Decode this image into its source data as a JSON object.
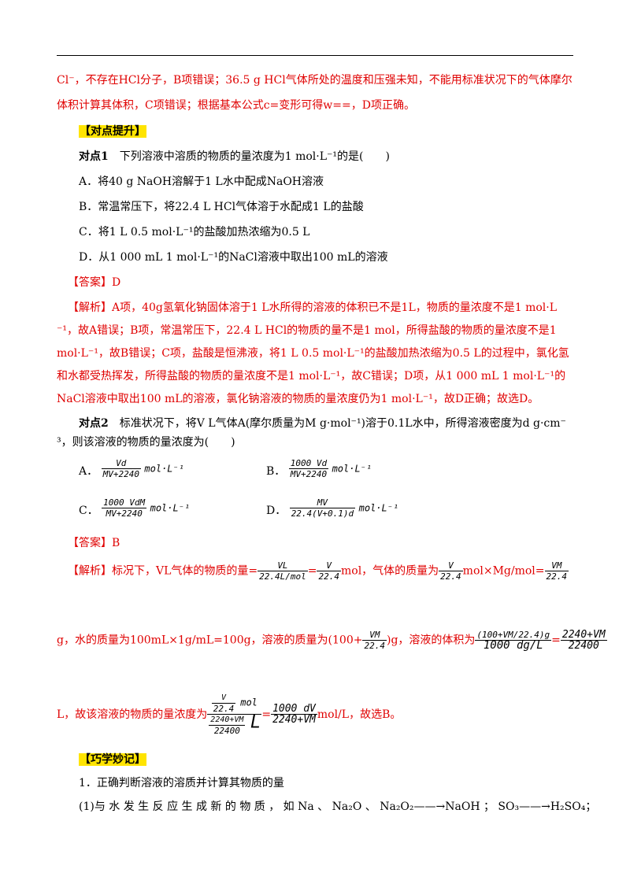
{
  "cont": {
    "l1": "Cl⁻，不存在HCl分子，B项错误；36.5 g HCl气体所处的温度和压强未知，不能用标准状况下的气体摩尔",
    "l2": "体积计算其体积，C项错误；根据基本公式c=变形可得w==，D项正确。"
  },
  "heading1": "【对点提升】",
  "q1": {
    "label": "对点1",
    "stem": "下列溶液中溶质的物质的量浓度为1 mol·L⁻¹的是(　　)",
    "A": "A．将40 g NaOH溶解于1 L水中配成NaOH溶液",
    "B": "B．常温常压下，将22.4 L HCl气体溶于水配成1 L的盐酸",
    "C": "C．将1 L 0.5 mol·L⁻¹的盐酸加热浓缩为0.5 L",
    "D": "D．从1 000 mL 1 mol·L⁻¹的NaCl溶液中取出100 mL的溶液",
    "answer": "【答案】D",
    "e1": "【解析】A项，40g氢氧化钠固体溶于1 L水所得的溶液的体积已不是1L，物质的量浓度不是1 mol·L",
    "e2": "⁻¹，故A错误；B项，常温常压下，22.4 L HCl的物质的量不是1 mol，所得盐酸的物质的量浓度不是1",
    "e3": "mol·L⁻¹，故B错误；C项，盐酸是恒沸液，将1 L 0.5 mol·L⁻¹的盐酸加热浓缩为0.5 L的过程中，氯化氢",
    "e4": "和水都受热挥发，所得盐酸的物质的量浓度不是1 mol·L⁻¹，故C错误；D项，从1 000 mL 1 mol·L⁻¹的",
    "e5": "NaCl溶液中取出100 mL的溶液，氯化钠溶液的物质的量浓度仍为1 mol·L⁻¹，故D正确；故选D。"
  },
  "q2": {
    "label": "对点2",
    "stem1": "标准状况下，将V L气体A(摩尔质量为M g·mol⁻¹)溶于0.1L水中，所得溶液密度为d g·cm⁻",
    "stem2": "³，则该溶液的物质的量浓度为(　　)",
    "A_label": "A．",
    "A_num": "Vd",
    "A_den": "MV+2240",
    "A_unit": "mol·L⁻¹",
    "B_label": "B．",
    "B_num": "1000 Vd",
    "B_den": "MV+2240",
    "B_unit": "mol·L⁻¹",
    "C_label": "C．",
    "C_num": "1000 VdM",
    "C_den": "MV+2240",
    "C_unit": "mol·L⁻¹",
    "D_label": "D．",
    "D_num": "MV",
    "D_den": "22.4(V+0.1)d",
    "D_unit": "mol·L⁻¹",
    "answer": "【答案】B",
    "s1_a": "【解析】标况下，VL气体的物质的量=",
    "f1_num": "VL",
    "f1_den": "22.4L/mol",
    "s1_eq": "=",
    "f2_num": "V",
    "f2_den": "22.4",
    "s1_b": "mol，气体的质量为",
    "f3_num": "V",
    "f3_den": "22.4",
    "s1_c": "mol×Mg/mol=",
    "f4_num": "VM",
    "f4_den": "22.4",
    "s2_a": "g，水的质量为100mL×1g/mL=100g，溶液的质量为(100+",
    "f5_num": "VM",
    "f5_den": "22.4",
    "s2_b": ")g，溶液的体积为",
    "f6_num": "(100+VM/22.4)g",
    "f6_den": "1000 dg/L",
    "s2_eq": "=",
    "f7_num": "2240+VM",
    "f7_den": "22400",
    "s3_a": "L，故该溶液的物质的量浓度为",
    "f8_num_top": "V",
    "f8_num_bot": "22.4",
    "f8_num_unit": "mol",
    "f8_den_top": "2240+VM",
    "f8_den_bot": "22400",
    "f8_den_unit": "L",
    "s3_eq": "=",
    "f9_num": "1000 dV",
    "f9_den": "2240+VM",
    "s3_b": "mol/L，故选B。"
  },
  "heading2": "【巧学妙记】",
  "p1": "1．正确判断溶液的溶质并计算其物质的量",
  "p2": "(1)与 水 发 生 反 应 生 成 新 的 物 质 ， 如 Na 、 Na₂O 、 Na₂O₂——→NaOH ； SO₃——→H₂SO₄；"
}
